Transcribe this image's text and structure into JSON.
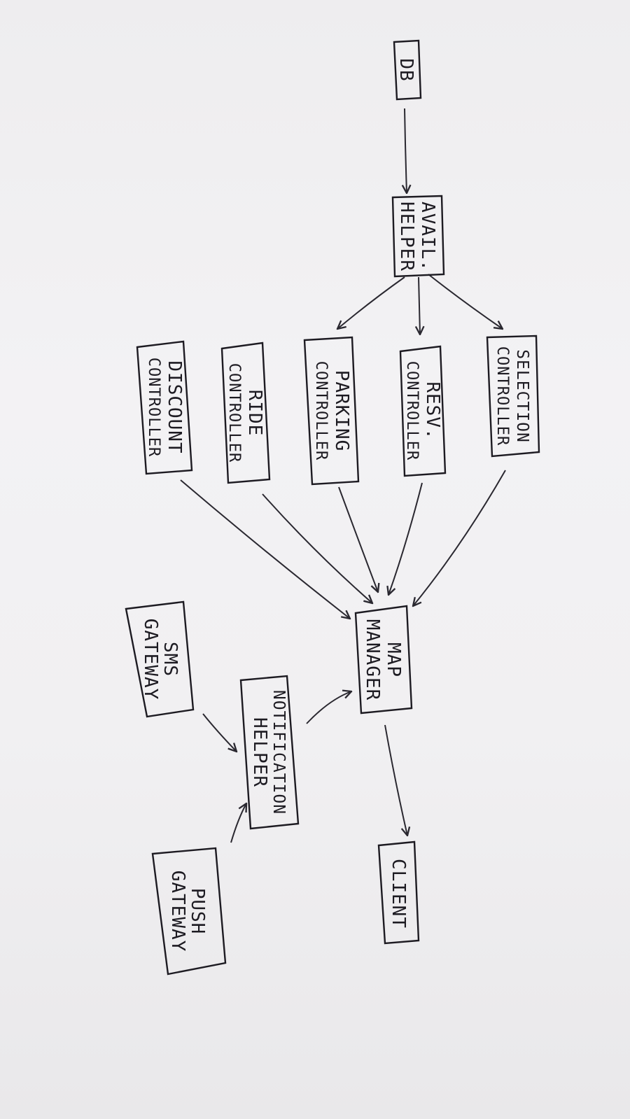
{
  "nodes": {
    "db": {
      "lines": [
        "DB"
      ]
    },
    "avail_helper": {
      "lines": [
        "AVAIL.",
        "HELPER"
      ]
    },
    "selection_controller": {
      "lines": [
        "SELECTION",
        "CONTROLLER"
      ]
    },
    "resv_controller": {
      "lines": [
        "RESV.",
        "CONTROLLER"
      ]
    },
    "parking_controller": {
      "lines": [
        "PARKING",
        "CONTROLLER"
      ]
    },
    "ride_controller": {
      "lines": [
        "RIDE",
        "CONTROLLER"
      ]
    },
    "discount_controller": {
      "lines": [
        "DISCOUNT",
        "CONTROLLER"
      ]
    },
    "map_manager": {
      "lines": [
        "MAP",
        "MANAGER"
      ]
    },
    "notification_helper": {
      "lines": [
        "NOTIFICATION",
        "HELPER"
      ]
    },
    "sms_gateway": {
      "lines": [
        "SMS",
        "GATEWAY"
      ]
    },
    "push_gateway": {
      "lines": [
        "PUSH",
        "GATEWAY"
      ]
    },
    "client": {
      "lines": [
        "CLIENT"
      ]
    }
  },
  "edges": [
    {
      "from": "db",
      "to": "avail_helper"
    },
    {
      "from": "avail_helper",
      "to": "selection_controller"
    },
    {
      "from": "avail_helper",
      "to": "resv_controller"
    },
    {
      "from": "avail_helper",
      "to": "parking_controller"
    },
    {
      "from": "selection_controller",
      "to": "map_manager"
    },
    {
      "from": "resv_controller",
      "to": "map_manager"
    },
    {
      "from": "parking_controller",
      "to": "map_manager"
    },
    {
      "from": "ride_controller",
      "to": "map_manager"
    },
    {
      "from": "discount_controller",
      "to": "map_manager"
    },
    {
      "from": "notification_helper",
      "to": "map_manager"
    },
    {
      "from": "sms_gateway",
      "to": "notification_helper"
    },
    {
      "from": "push_gateway",
      "to": "notification_helper"
    },
    {
      "from": "map_manager",
      "to": "client"
    }
  ]
}
